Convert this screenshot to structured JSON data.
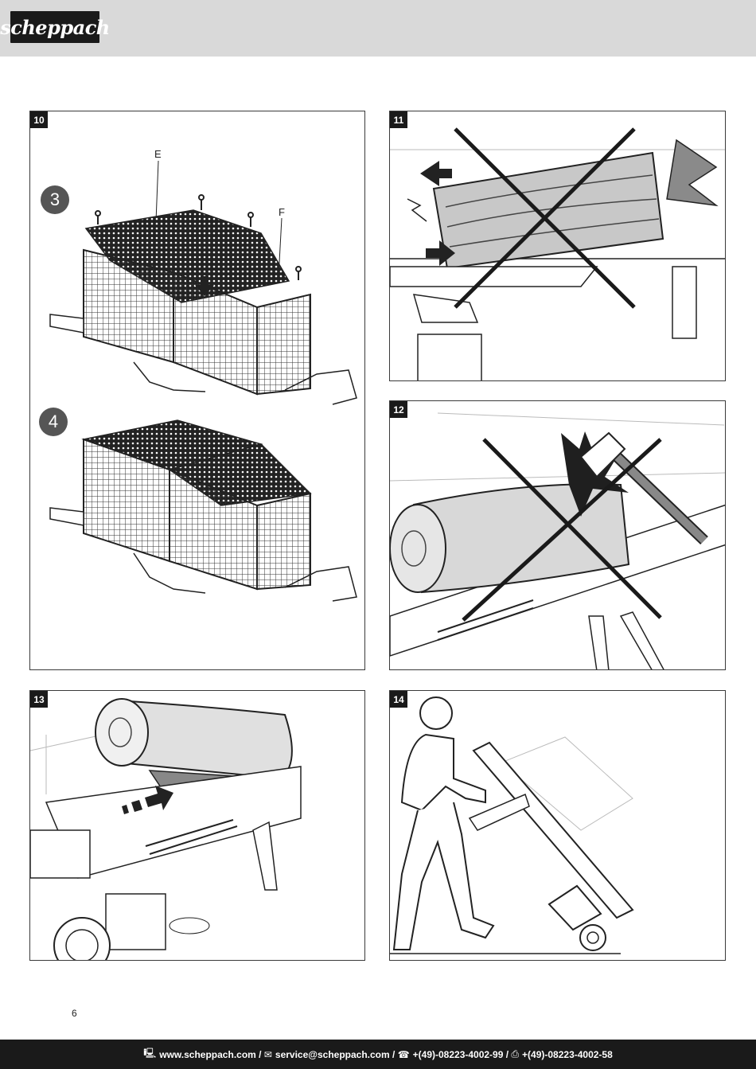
{
  "header": {
    "brand": "scheppach"
  },
  "figures": [
    {
      "number": "10",
      "steps": [
        "3",
        "4"
      ],
      "callouts": [
        "E",
        "F"
      ]
    },
    {
      "number": "11"
    },
    {
      "number": "12"
    },
    {
      "number": "13"
    },
    {
      "number": "14"
    }
  ],
  "page_number": "6",
  "footer": {
    "website_icon": "computer-icon",
    "website": "www.scheppach.com",
    "email_icon": "envelope-icon",
    "email": "service@scheppach.com",
    "phone_icon": "telephone-icon",
    "phone": "+(49)-08223-4002-99",
    "fax_icon": "fax-icon",
    "fax": "+(49)-08223-4002-58",
    "separator": " / "
  },
  "colors": {
    "header_band": "#d9d9d9",
    "footer_band": "#1a1a1a",
    "label_box": "#1a1a1a",
    "step_circle": "#555555"
  }
}
